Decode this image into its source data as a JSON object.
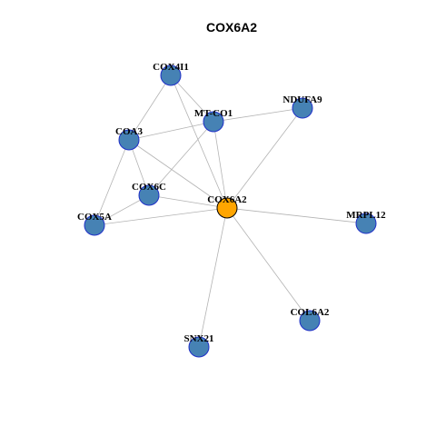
{
  "graph": {
    "title": "COX6A2",
    "colors": {
      "node_fill": "#4682b4",
      "node_stroke": "#1f2fc8",
      "center_fill": "#ffa500",
      "center_stroke": "#000000",
      "edge": "#b3b3b3"
    },
    "nodes": [
      {
        "id": "COX6A2",
        "label": "COX6A2",
        "center": true
      },
      {
        "id": "COX4I1",
        "label": "COX4I1"
      },
      {
        "id": "MT-CO1",
        "label": "MT-CO1"
      },
      {
        "id": "NDUFA9",
        "label": "NDUFA9"
      },
      {
        "id": "COA3",
        "label": "COA3"
      },
      {
        "id": "COX6C",
        "label": "COX6C"
      },
      {
        "id": "COX5A",
        "label": "COX5A"
      },
      {
        "id": "MRPL12",
        "label": "MRPL12"
      },
      {
        "id": "COL6A2",
        "label": "COL6A2"
      },
      {
        "id": "SNX21",
        "label": "SNX21"
      }
    ],
    "edges": [
      [
        "COX4I1",
        "MT-CO1"
      ],
      [
        "COX4I1",
        "COA3"
      ],
      [
        "COX4I1",
        "COX6A2"
      ],
      [
        "COA3",
        "MT-CO1"
      ],
      [
        "MT-CO1",
        "NDUFA9"
      ],
      [
        "MT-CO1",
        "COX6C"
      ],
      [
        "MT-CO1",
        "COX6A2"
      ],
      [
        "NDUFA9",
        "COX6A2"
      ],
      [
        "COA3",
        "COX6C"
      ],
      [
        "COA3",
        "COX5A"
      ],
      [
        "COA3",
        "COX6A2"
      ],
      [
        "COX6C",
        "COX5A"
      ],
      [
        "COX6C",
        "COX6A2"
      ],
      [
        "COX5A",
        "COX6A2"
      ],
      [
        "COX6A2",
        "MRPL12"
      ],
      [
        "COX6A2",
        "COL6A2"
      ],
      [
        "COX6A2",
        "SNX21"
      ]
    ]
  }
}
